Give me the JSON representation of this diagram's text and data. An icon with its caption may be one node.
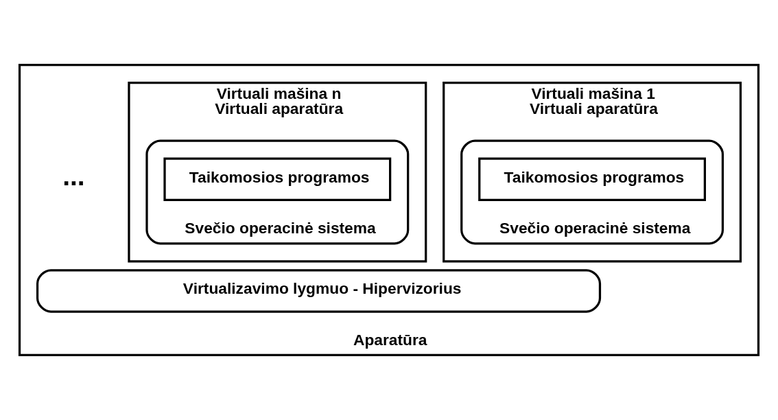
{
  "diagram": {
    "nodes": [
      {
        "text": [
          "Aparatūra"
        ]
      },
      {
        "text": [
          "Virtuali mašina 1",
          "Virtuali aparatūra"
        ],
        "in": 0
      },
      {
        "text": [
          "Svečio operacinė sistema"
        ],
        "in": 1
      },
      {
        "text": [
          "Taikomosios programos"
        ],
        "in": 2
      },
      {
        "text": [
          "Virtuali mašina n",
          "Virtuali aparatūra"
        ],
        "in": 0
      },
      {
        "text": [
          "Svečio operacinė sistema"
        ],
        "in": 4
      },
      {
        "text": [
          "Taikomosios programos"
        ],
        "in": 5
      },
      {
        "text": [
          "Virtualizavimo lygmuo - Hipervizorius"
        ],
        "in": 0
      }
    ],
    "labels": [
      "..."
    ]
  }
}
